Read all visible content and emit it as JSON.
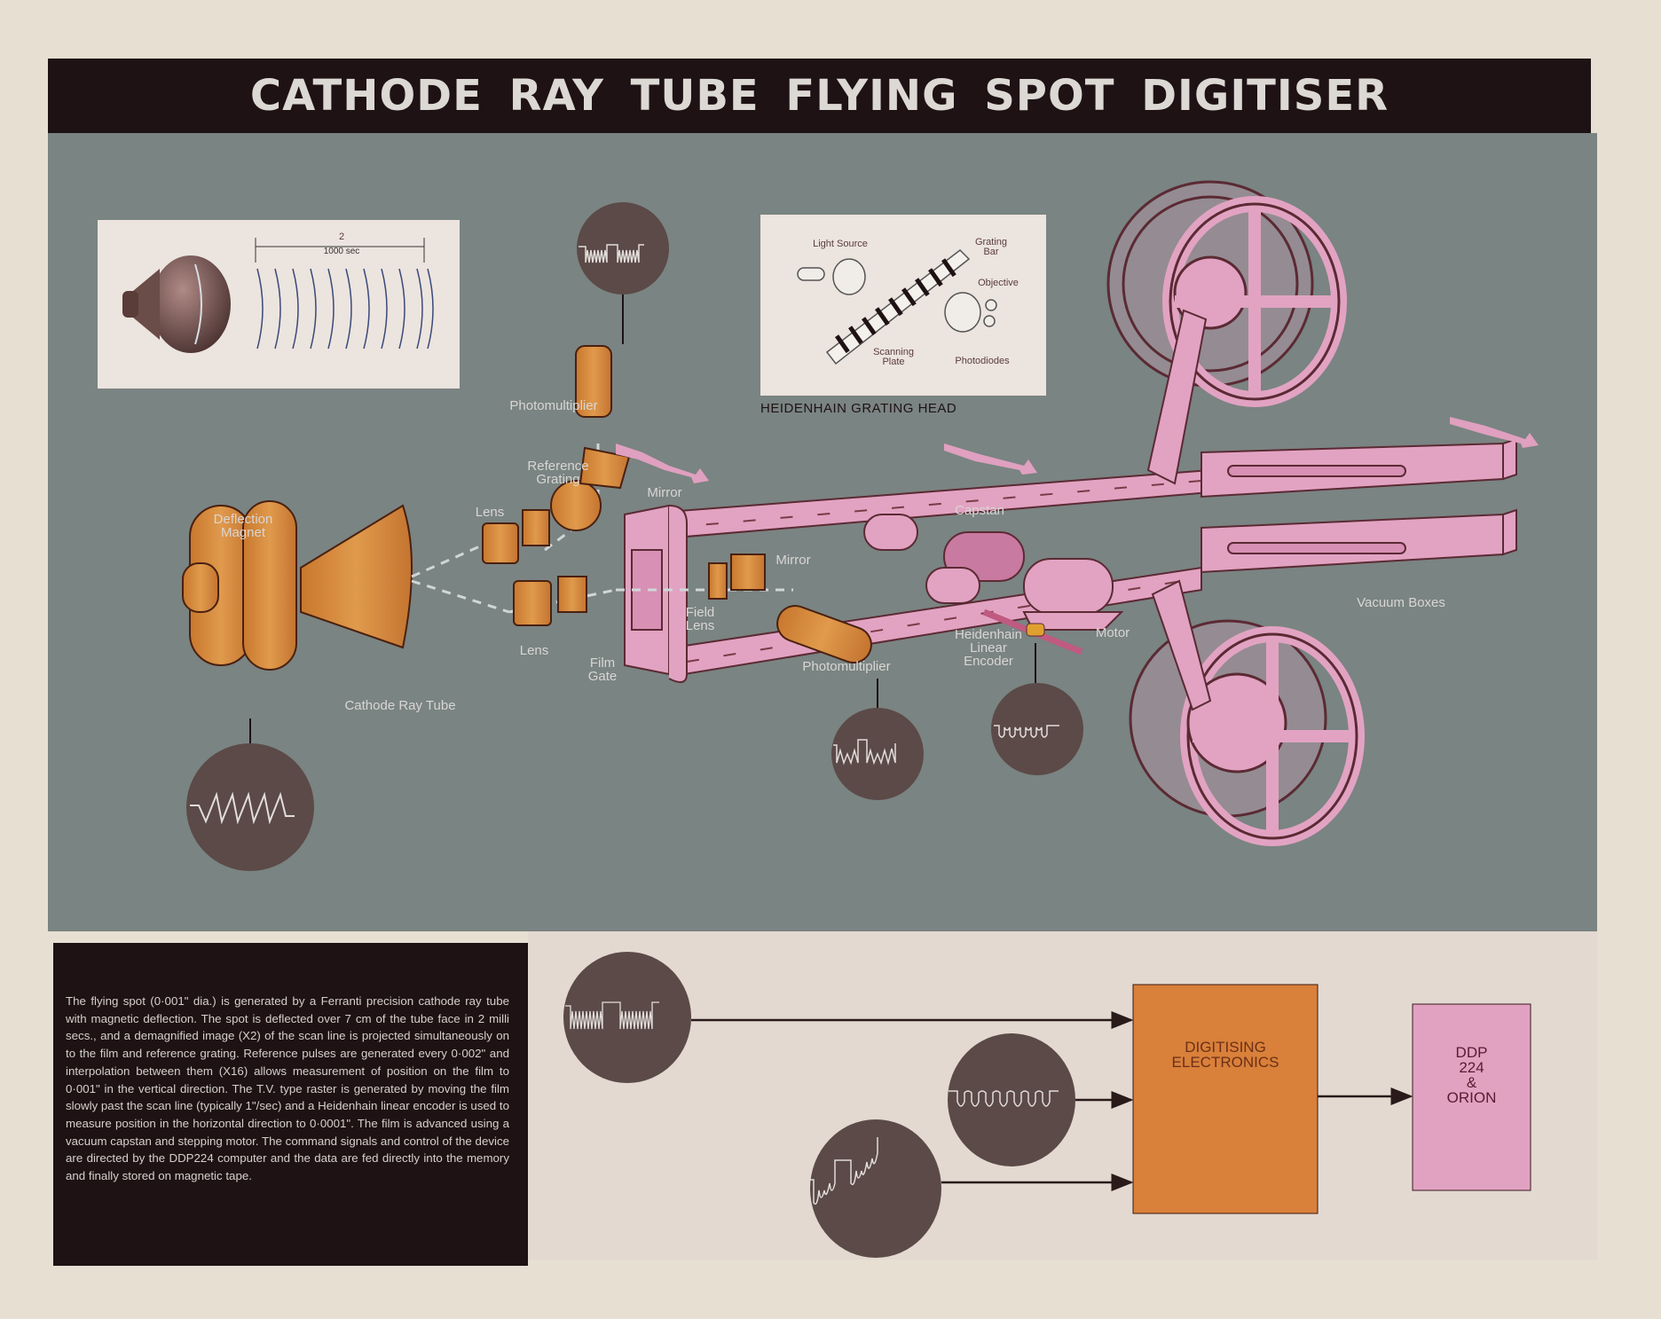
{
  "title": "CATHODE RAY TUBE FLYING SPOT DIGITISER",
  "colors": {
    "title_bar": "#1e1214",
    "panel_grey": "#7a8482",
    "component_orange": "#d58a3a",
    "film_path_pink": "#e2a3c2",
    "scope_brown": "#5b4a48",
    "block_orange": "#d9803a",
    "block_pink": "#e0a2c0"
  },
  "crt_inset": {
    "timing_label_numerator": "2",
    "timing_label_denominator": "1000 sec"
  },
  "heidenhain_inset": {
    "caption": "HEIDENHAIN GRATING HEAD",
    "labels": {
      "light_source": "Light Source",
      "grating_bar": "Grating\nBar",
      "objective": "Objective",
      "scanning_plate": "Scanning\nPlate",
      "photodiodes": "Photodiodes"
    }
  },
  "diagram_labels": {
    "deflection_magnet": "Deflection\nMagnet",
    "cathode_ray_tube": "Cathode Ray Tube",
    "lens_upper": "Lens",
    "lens_lower": "Lens",
    "reference_grating": "Reference\nGrating",
    "photomultiplier_top": "Photomultiplier",
    "mirror_top": "Mirror",
    "mirror_right": "Mirror",
    "field_lens": "Field\nLens",
    "film_gate": "Film\nGate",
    "photomultiplier_bottom": "Photomultiplier",
    "capstan": "Capstan",
    "heidenhain_linear_encoder": "Heidenhain\nLinear\nEncoder",
    "motor": "Motor",
    "vacuum_boxes": "Vacuum Boxes"
  },
  "description": "The flying spot (0·001\" dia.) is generated by a Ferranti precision cathode ray tube with magnetic deflection.  The spot is deflected over 7 cm of the tube face in 2 milli secs., and a demagnified image (X2) of the scan line is projected simultaneously on to the film and reference grating. Reference pulses are generated every 0·002\" and interpolation between them (X16) allows measurement of position on the film to 0·001\" in the vertical direction. The T.V. type raster is generated by moving the film slowly past the scan line (typically 1\"/sec) and a Heidenhain linear encoder is used to measure position in the horizontal direction to 0·0001\".  The film is advanced using a vacuum capstan and stepping motor.  The command signals and control of the device are directed by the DDP224 computer and the data are fed directly into the memory and finally stored on magnetic tape.",
  "flow": {
    "digitising_electronics": "DIGITISING\nELECTRONICS",
    "computer": "DDP\n224\n&\nORION"
  }
}
